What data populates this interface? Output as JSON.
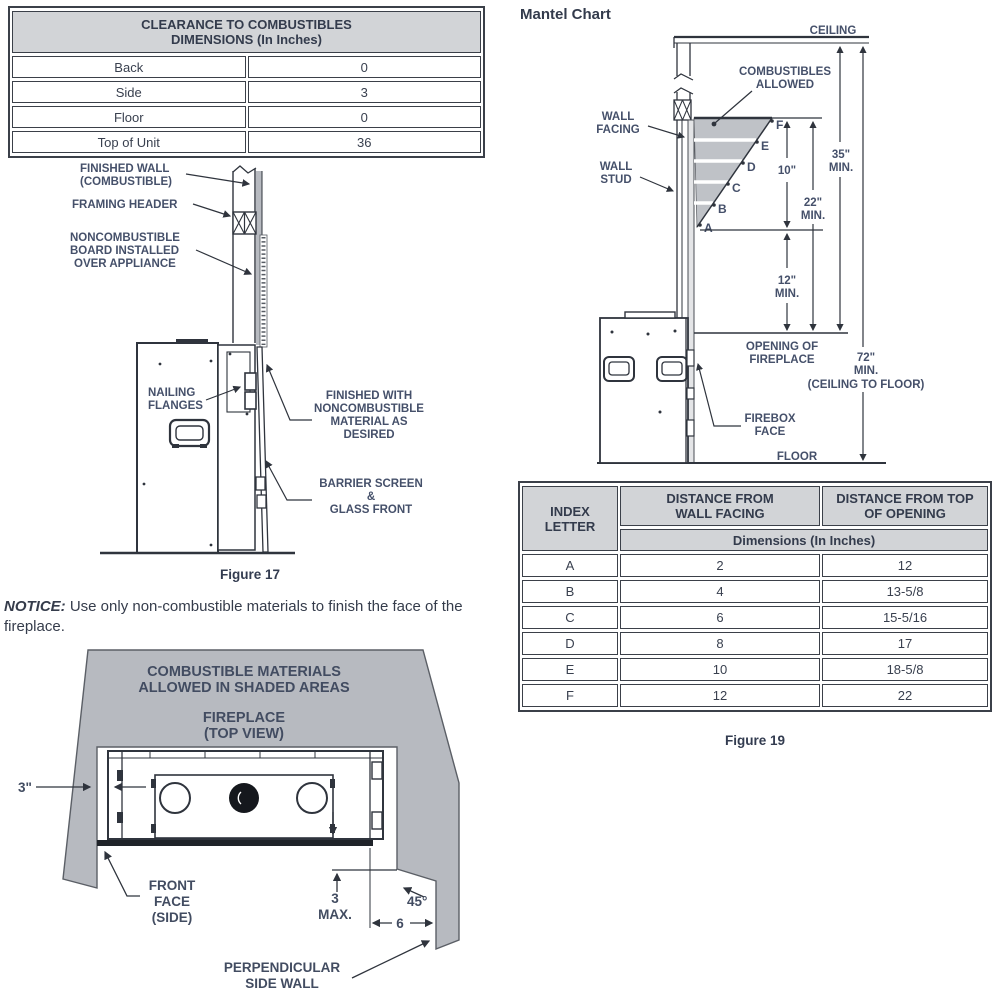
{
  "clearance_table": {
    "title_line1": "CLEARANCE TO COMBUSTIBLES",
    "title_line2": "DIMENSIONS (In Inches)",
    "rows": [
      {
        "label": "Back",
        "value": "0"
      },
      {
        "label": "Side",
        "value": "3"
      },
      {
        "label": "Floor",
        "value": "0"
      },
      {
        "label": "Top of Unit",
        "value": "36"
      }
    ]
  },
  "figure17": {
    "caption": "Figure 17",
    "labels": {
      "finished_wall": [
        "FINISHED WALL",
        "(COMBUSTIBLE)"
      ],
      "framing_header": "FRAMING HEADER",
      "noncombustible_board": [
        "NONCOMBUSTIBLE",
        "BOARD INSTALLED",
        "OVER APPLIANCE"
      ],
      "nailing_flanges": [
        "NAILING",
        "FLANGES"
      ],
      "finished_with": [
        "FINISHED WITH",
        "NONCOMBUSTIBLE",
        "MATERIAL AS",
        "DESIRED"
      ],
      "barrier_screen": [
        "BARRIER SCREEN",
        "&",
        "GLASS FRONT"
      ]
    }
  },
  "notice": {
    "prefix": "NOTICE:",
    "text": " Use only non-combustible materials to finish the face of the fireplace."
  },
  "topview": {
    "labels": {
      "combustible": [
        "COMBUSTIBLE MATERIALS",
        "ALLOWED IN SHADED AREAS"
      ],
      "fireplace": [
        "FIREPLACE",
        "(TOP VIEW)"
      ],
      "front_face": [
        "FRONT",
        "FACE",
        "(SIDE)"
      ],
      "perpendicular": [
        "PERPENDICULAR",
        "SIDE WALL"
      ],
      "dim_3": "3\"",
      "dim_3max": [
        "3",
        "MAX."
      ],
      "dim_45": "45°",
      "dim_6": "6"
    }
  },
  "mantel": {
    "title": "Mantel Chart",
    "caption": "Figure 19",
    "labels": {
      "ceiling": "CEILING",
      "combustibles": [
        "COMBUSTIBLES",
        "ALLOWED"
      ],
      "wall_facing": [
        "WALL",
        "FACING"
      ],
      "wall_stud": [
        "WALL",
        "STUD"
      ],
      "letters": [
        "F",
        "E",
        "D",
        "C",
        "B",
        "A"
      ],
      "dim_10": "10\"",
      "dim_22": [
        "22\"",
        "MIN."
      ],
      "dim_35": [
        "35\"",
        "MIN."
      ],
      "dim_12": [
        "12\"",
        "MIN."
      ],
      "dim_72": [
        "72\"",
        "MIN.",
        "(CEILING TO FLOOR)"
      ],
      "opening": [
        "OPENING OF",
        "FIREPLACE"
      ],
      "firebox_face": [
        "FIREBOX",
        "FACE"
      ],
      "floor": "FLOOR"
    }
  },
  "index_table": {
    "headers": {
      "col1": [
        "INDEX",
        "LETTER"
      ],
      "col2": [
        "DISTANCE FROM",
        "WALL FACING"
      ],
      "col3": [
        "DISTANCE FROM TOP",
        "OF OPENING"
      ],
      "sub": "Dimensions (In Inches)"
    },
    "rows": [
      {
        "letter": "A",
        "wall": "2",
        "opening": "12"
      },
      {
        "letter": "B",
        "wall": "4",
        "opening": "13-5/8"
      },
      {
        "letter": "C",
        "wall": "6",
        "opening": "15-5/16"
      },
      {
        "letter": "D",
        "wall": "8",
        "opening": "17"
      },
      {
        "letter": "E",
        "wall": "10",
        "opening": "18-5/8"
      },
      {
        "letter": "F",
        "wall": "12",
        "opening": "22"
      }
    ]
  }
}
